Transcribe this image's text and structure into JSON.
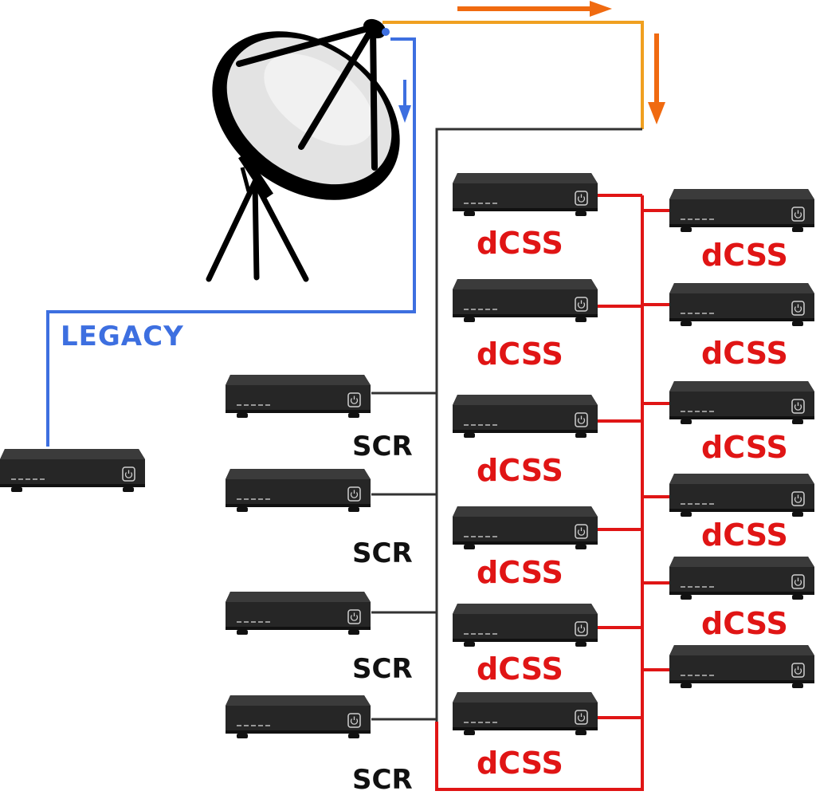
{
  "labels": {
    "legacy": "LEGACY",
    "scr": "SCR",
    "dcss": "dCSS"
  },
  "colors": {
    "legacy_line": "#3d6fe0",
    "legacy_text": "#3d6fe0",
    "scr_line": "#333333",
    "scr_text": "#111111",
    "dcss_line": "#e01515",
    "dcss_text": "#e01515",
    "feed_line": "#f0a020",
    "arrow": "#f06a10",
    "receiver_body": "#262626",
    "receiver_top": "#3a3a3a"
  },
  "icons": {
    "dish": "satellite-dish-icon",
    "receiver": "set-top-box-icon",
    "power": "power-icon"
  }
}
